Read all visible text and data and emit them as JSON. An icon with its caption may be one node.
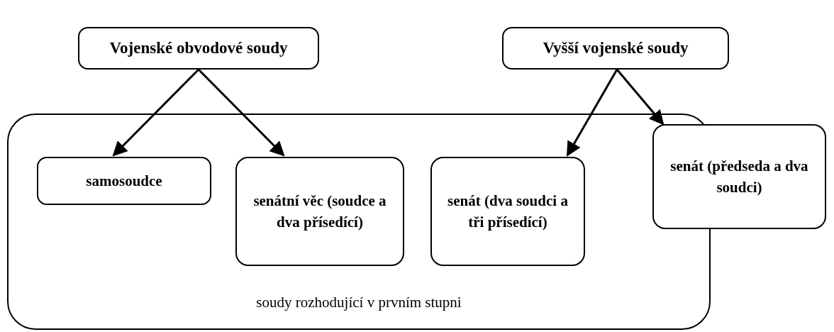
{
  "diagram": {
    "nodes": [
      {
        "text": [
          "Vojenské obvodové soudy"
        ]
      },
      {
        "text": [
          "Vyšší vojenské soudy"
        ]
      },
      {
        "text": [
          "soudy rozhodující v prvním stupni"
        ]
      },
      {
        "text": [
          "samosoudce"
        ],
        "in": 2
      },
      {
        "text": [
          "senátní věc (soudce a dva přísedící)"
        ],
        "in": 2
      },
      {
        "text": [
          "senát (dva soudci a tři přísedící)"
        ],
        "in": 2
      },
      {
        "text": [
          "senát (předseda a dva soudci)"
        ]
      }
    ],
    "edges": [
      {
        "from": 0,
        "to": 3,
        "arrow": "to"
      },
      {
        "from": 0,
        "to": 4,
        "arrow": "to"
      },
      {
        "from": 1,
        "to": 5,
        "arrow": "to"
      },
      {
        "from": 1,
        "to": 6,
        "arrow": "to"
      }
    ]
  }
}
